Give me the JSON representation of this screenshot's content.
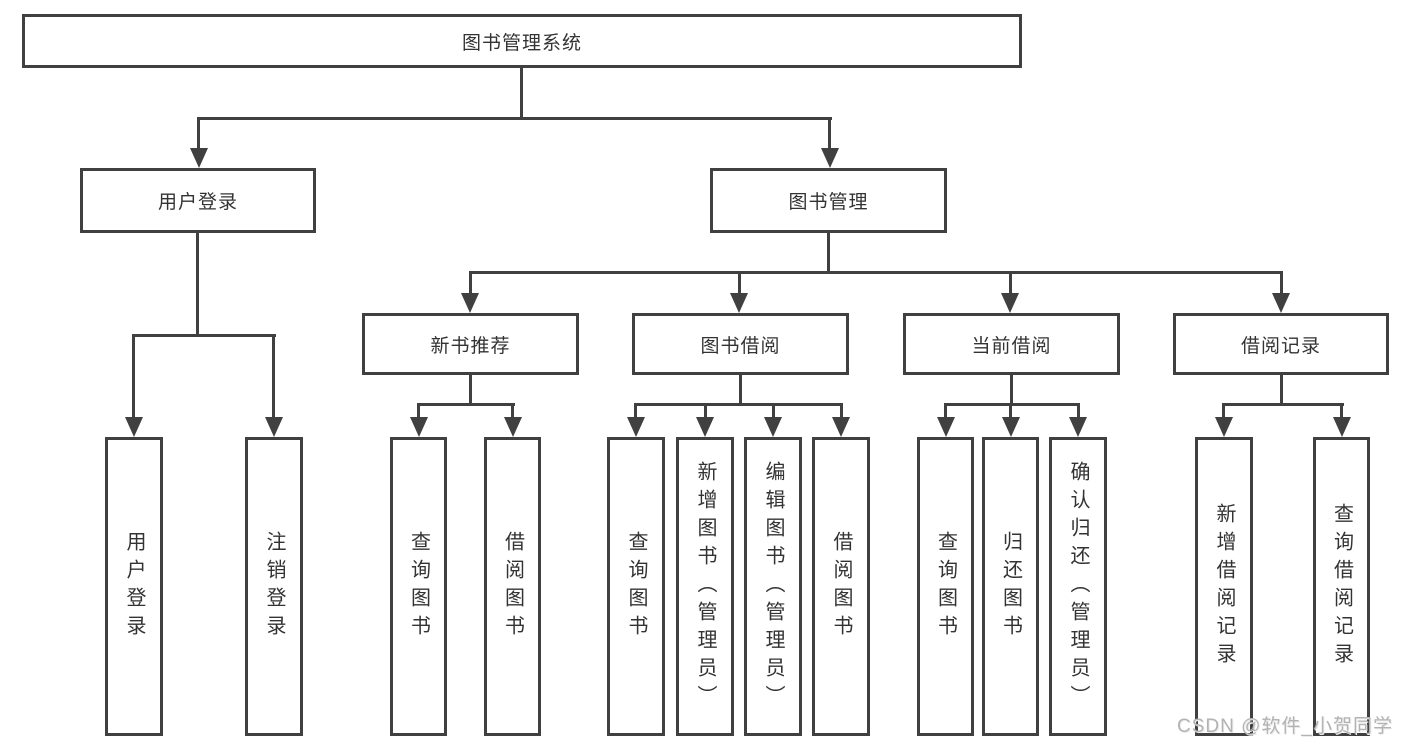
{
  "nodes": {
    "root": "图书管理系统",
    "level2": [
      "用户登录",
      "图书管理"
    ],
    "level3": [
      "新书推荐",
      "图书借阅",
      "当前借阅",
      "借阅记录"
    ],
    "leaves_user_login": [
      "用户登录",
      "注销登录"
    ],
    "leaves_new_book": [
      "查询图书",
      "借阅图书"
    ],
    "leaves_book_borrow": [
      "查询图书",
      "新增图书（管理员）",
      "编辑图书（管理员）",
      "借阅图书"
    ],
    "leaves_current_borrow": [
      "查询图书",
      "归还图书",
      "确认归还（管理员）"
    ],
    "leaves_borrow_records": [
      "新增借阅记录",
      "查询借阅记录"
    ]
  },
  "watermark": "CSDN @软件_小贺同学",
  "colors": {
    "line": "#404040",
    "text": "#333333",
    "watermark": "#b3b3b3"
  }
}
